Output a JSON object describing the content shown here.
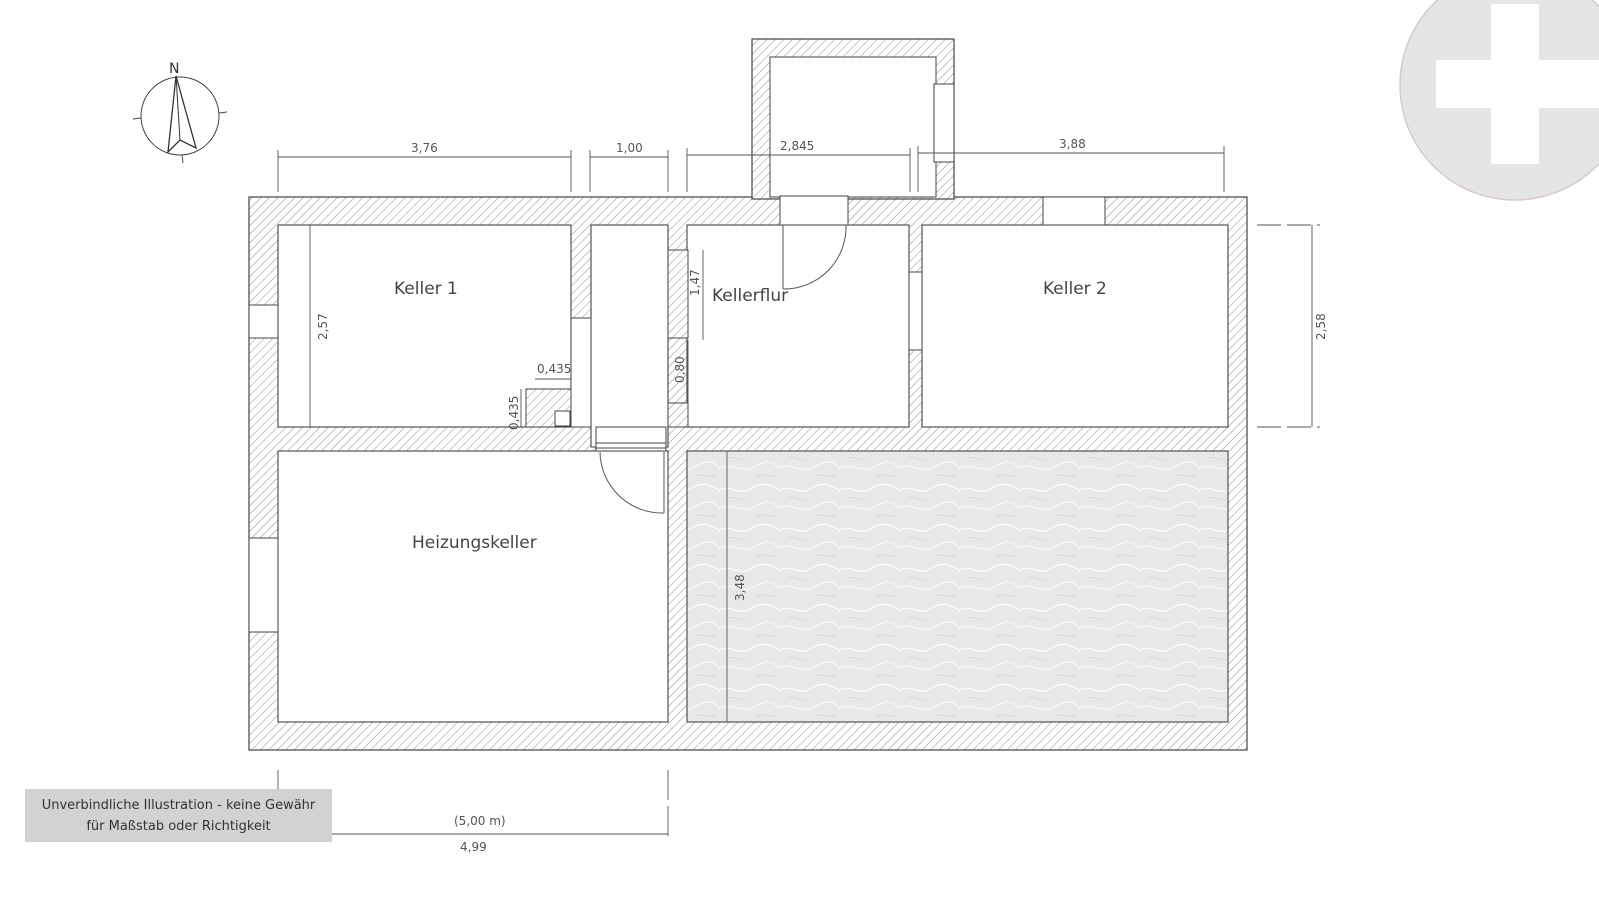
{
  "compass": {
    "north_letter": "N"
  },
  "rooms": {
    "keller1": "Keller 1",
    "kellerflur": "Kellerflur",
    "keller2": "Keller 2",
    "heizungskeller": "Heizungskeller"
  },
  "dimensions": {
    "top_keller1_width": "3,76",
    "top_passage_width": "1,00",
    "top_kellerflur_width": "2,845",
    "top_keller2_width": "3,88",
    "keller1_height": "2,57",
    "kellerflur_upper_height": "1,47",
    "passage_height": "0,80",
    "chimney_width": "0,435",
    "chimney_depth": "0,435",
    "right_height": "2,58",
    "pool_height": "3,48",
    "bottom_scale_ref": "(5,00 m)",
    "bottom_width": "4,99"
  },
  "disclaimer": {
    "line1": "Unverbindliche Illustration - keine Gewähr",
    "line2": "für Maßstab oder Richtigkeit"
  },
  "icons": {
    "corner_badge": "plus-icon",
    "compass": "north-arrow-icon"
  },
  "colors": {
    "wall_hatch": "#9a9a9a",
    "badge_fill": "#e5e5e5",
    "pool_fill": "#e9e9e9"
  }
}
